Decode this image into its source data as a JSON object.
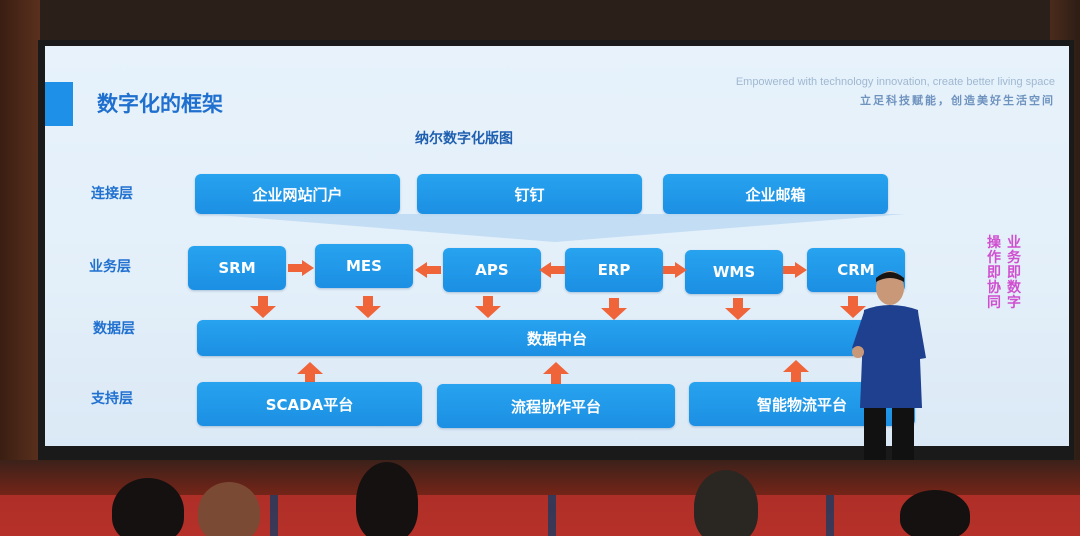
{
  "slide": {
    "title": "数字化的框架",
    "tagline_en": "Empowered with technology innovation, create better living space",
    "tagline_cn": "立足科技赋能，创造美好生活空间",
    "subtitle": "纳尔数字化版图",
    "layers": {
      "connect": "连接层",
      "business": "业务层",
      "data": "数据层",
      "support": "支持层"
    },
    "connect_boxes": [
      "企业网站门户",
      "钉钉",
      "企业邮箱"
    ],
    "business_boxes": [
      "SRM",
      "MES",
      "APS",
      "ERP",
      "WMS",
      "CRM"
    ],
    "data_box": "数据中台",
    "support_boxes": [
      "SCADA平台",
      "流程协作平台",
      "智能物流平台"
    ],
    "side_text_col1": [
      "操",
      "作",
      "即",
      "协",
      "同"
    ],
    "side_text_col2": [
      "业",
      "务",
      "即",
      "数",
      "字"
    ]
  },
  "colors": {
    "box": "#1f95e8",
    "arrow": "#f0643a",
    "title": "#1f6fcf",
    "side_text": "#d04fd0"
  }
}
